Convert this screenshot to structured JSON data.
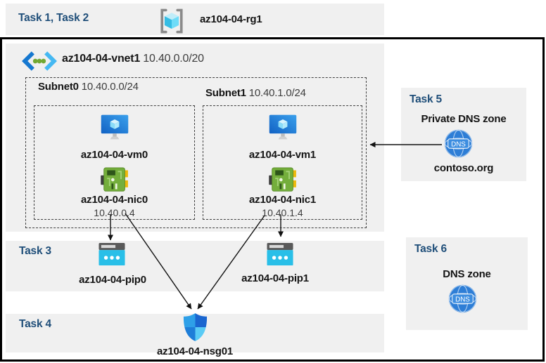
{
  "header": {
    "tasks_label": "Task 1, Task 2",
    "resource_group": "az104-04-rg1"
  },
  "vnet": {
    "name": "az104-04-vnet1",
    "cidr": "10.40.0.0/20"
  },
  "subnets": [
    {
      "name": "Subnet0",
      "cidr": "10.40.0.0/24",
      "vm_name": "az104-04-vm0",
      "nic_name": "az104-04-nic0",
      "nic_ip": "10.40.0.4"
    },
    {
      "name": "Subnet1",
      "cidr": "10.40.1.0/24",
      "vm_name": "az104-04-vm1",
      "nic_name": "az104-04-nic1",
      "nic_ip": "10.40.1.4"
    }
  ],
  "task3": {
    "label": "Task 3",
    "pip0": "az104-04-pip0",
    "pip1": "az104-04-pip1"
  },
  "task4": {
    "label": "Task 4",
    "nsg_name": "az104-04-nsg01"
  },
  "task5": {
    "label": "Task 5",
    "title": "Private DNS zone",
    "zone_name": "contoso.org",
    "dns_icon_text": "DNS"
  },
  "task6": {
    "label": "Task 6",
    "title": "DNS zone",
    "dns_icon_text": "DNS"
  },
  "colors": {
    "task_label_blue": "#1f4e79",
    "band_gray": "#f0f0f0",
    "vm_blue": "#1464c8",
    "nic_green": "#74ae3c",
    "pip_cyan": "#29bfe8",
    "dns_blue": "#2e7ed6",
    "nsg_blue": "#2ea0e8",
    "arrow_black": "#111111"
  }
}
